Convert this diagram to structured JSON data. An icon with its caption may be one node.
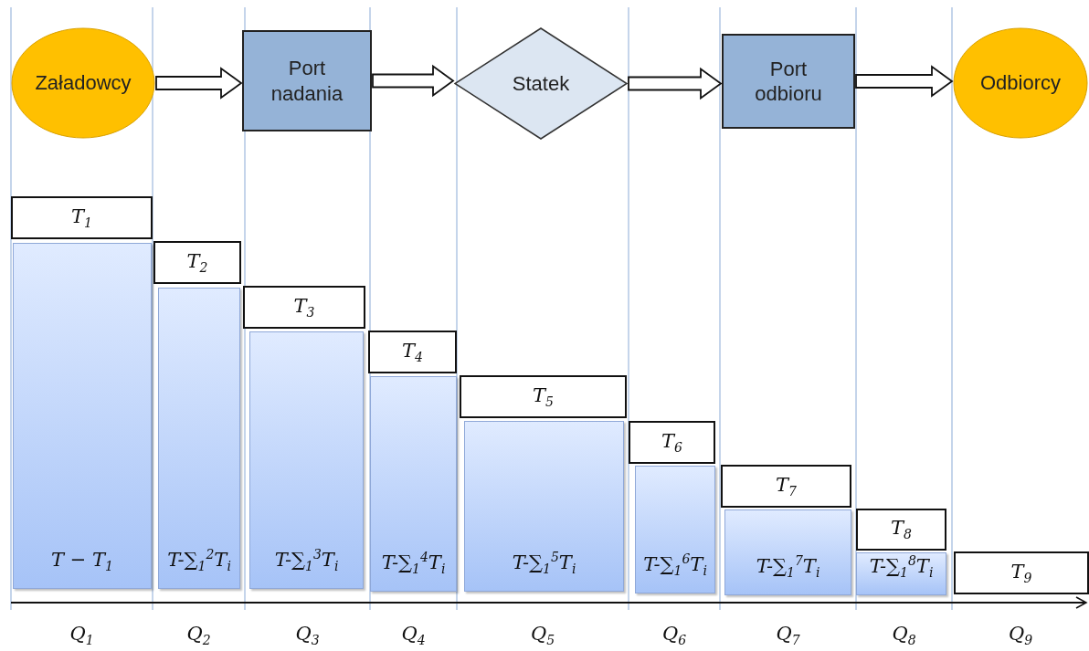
{
  "diagram": {
    "nodes": [
      {
        "text": [
          "Załadowcy"
        ]
      },
      {
        "text": [
          "Port nadania"
        ]
      },
      {
        "text": [
          "Statek"
        ]
      },
      {
        "text": [
          "Port odbioru"
        ]
      },
      {
        "text": [
          "Odbiorcy"
        ]
      },
      {
        "text": [
          "T$_{1}$"
        ]
      },
      {
        "text": [
          "T − T$_{1}$"
        ]
      },
      {
        "text": [
          "T$_{2}$"
        ]
      },
      {
        "text": [
          "T-∑$_{1}$$^{2}$T$_{i}$"
        ]
      },
      {
        "text": [
          "T$_{3}$"
        ]
      },
      {
        "text": [
          "T-∑$_{1}$$^{3}$T$_{i}$"
        ]
      },
      {
        "text": [
          "T$_{4}$"
        ]
      },
      {
        "text": [
          "T-∑$_{1}$$^{4}$T$_{i}$"
        ]
      },
      {
        "text": [
          "T$_{5}$"
        ]
      },
      {
        "text": [
          "T-∑$_{1}$$^{5}$T$_{i}$"
        ]
      },
      {
        "text": [
          "T$_{6}$"
        ]
      },
      {
        "text": [
          "T-∑$_{1}$$^{6}$T$_{i}$"
        ]
      },
      {
        "text": [
          "T$_{7}$"
        ]
      },
      {
        "text": [
          "T-∑$_{1}$$^{7}$T$_{i}$"
        ]
      },
      {
        "text": [
          "T$_{8}$"
        ]
      },
      {
        "text": [
          "T-∑$_{1}$$^{8}$T$_{i}$"
        ]
      },
      {
        "text": [
          "T$_{9}$"
        ]
      }
    ],
    "edges": [
      {
        "from": 0,
        "to": 1,
        "arrow": "to"
      },
      {
        "from": 1,
        "to": 2,
        "arrow": "to"
      },
      {
        "from": 2,
        "to": 3,
        "arrow": "to"
      },
      {
        "from": 3,
        "to": 4,
        "arrow": "to"
      }
    ],
    "labels": [
      "Q$_{1}$",
      "Q$_{2}$",
      "Q$_{3}$",
      "Q$_{4}$",
      "Q$_{5}$",
      "Q$_{6}$",
      "Q$_{7}$",
      "Q$_{8}$",
      "Q$_{9}$"
    ]
  }
}
